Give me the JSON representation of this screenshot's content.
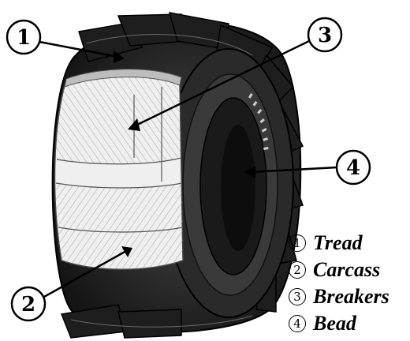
{
  "callouts": [
    {
      "number": "1",
      "label": "Tread"
    },
    {
      "number": "2",
      "label": "Carcass"
    },
    {
      "number": "3",
      "label": "Breakers"
    },
    {
      "number": "4",
      "label": "Bead"
    }
  ],
  "colors": {
    "ink": "#000000",
    "rubber": "#2b2b2b",
    "carcass": "#efefef",
    "background": "#ffffff"
  }
}
